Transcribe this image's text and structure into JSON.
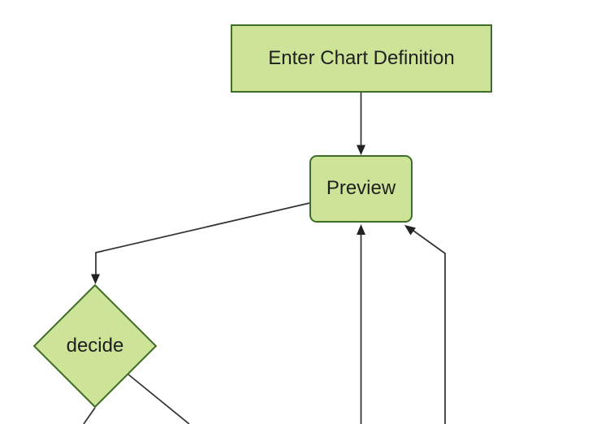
{
  "diagram": {
    "type": "flowchart",
    "direction": "top-down",
    "colors": {
      "background": "#ffffff",
      "node_fill": "#cde498",
      "node_border": "#3f6e28",
      "edge_line": "#333333",
      "arrowhead": "#222222",
      "label_text": "#1f1f1f"
    },
    "nodes": {
      "enter": {
        "label": "Enter Chart Definition",
        "shape": "rectangle"
      },
      "preview": {
        "label": "Preview",
        "shape": "rounded-rectangle"
      },
      "decide": {
        "label": "decide",
        "shape": "diamond"
      }
    },
    "edges": [
      {
        "from": "enter",
        "to": "preview",
        "arrowhead_visible": true
      },
      {
        "from": "preview",
        "to": "decide",
        "arrowhead_visible": true
      },
      {
        "from": "offscreen-bottom",
        "to": "preview",
        "arrowhead_visible": true
      },
      {
        "from": "offscreen-bottom-right",
        "to": "preview",
        "arrowhead_visible": true
      },
      {
        "from": "decide",
        "to": "offscreen-bottom",
        "arrowhead_visible": false
      },
      {
        "from": "decide",
        "to": "offscreen-bottom-right",
        "arrowhead_visible": false
      }
    ]
  }
}
